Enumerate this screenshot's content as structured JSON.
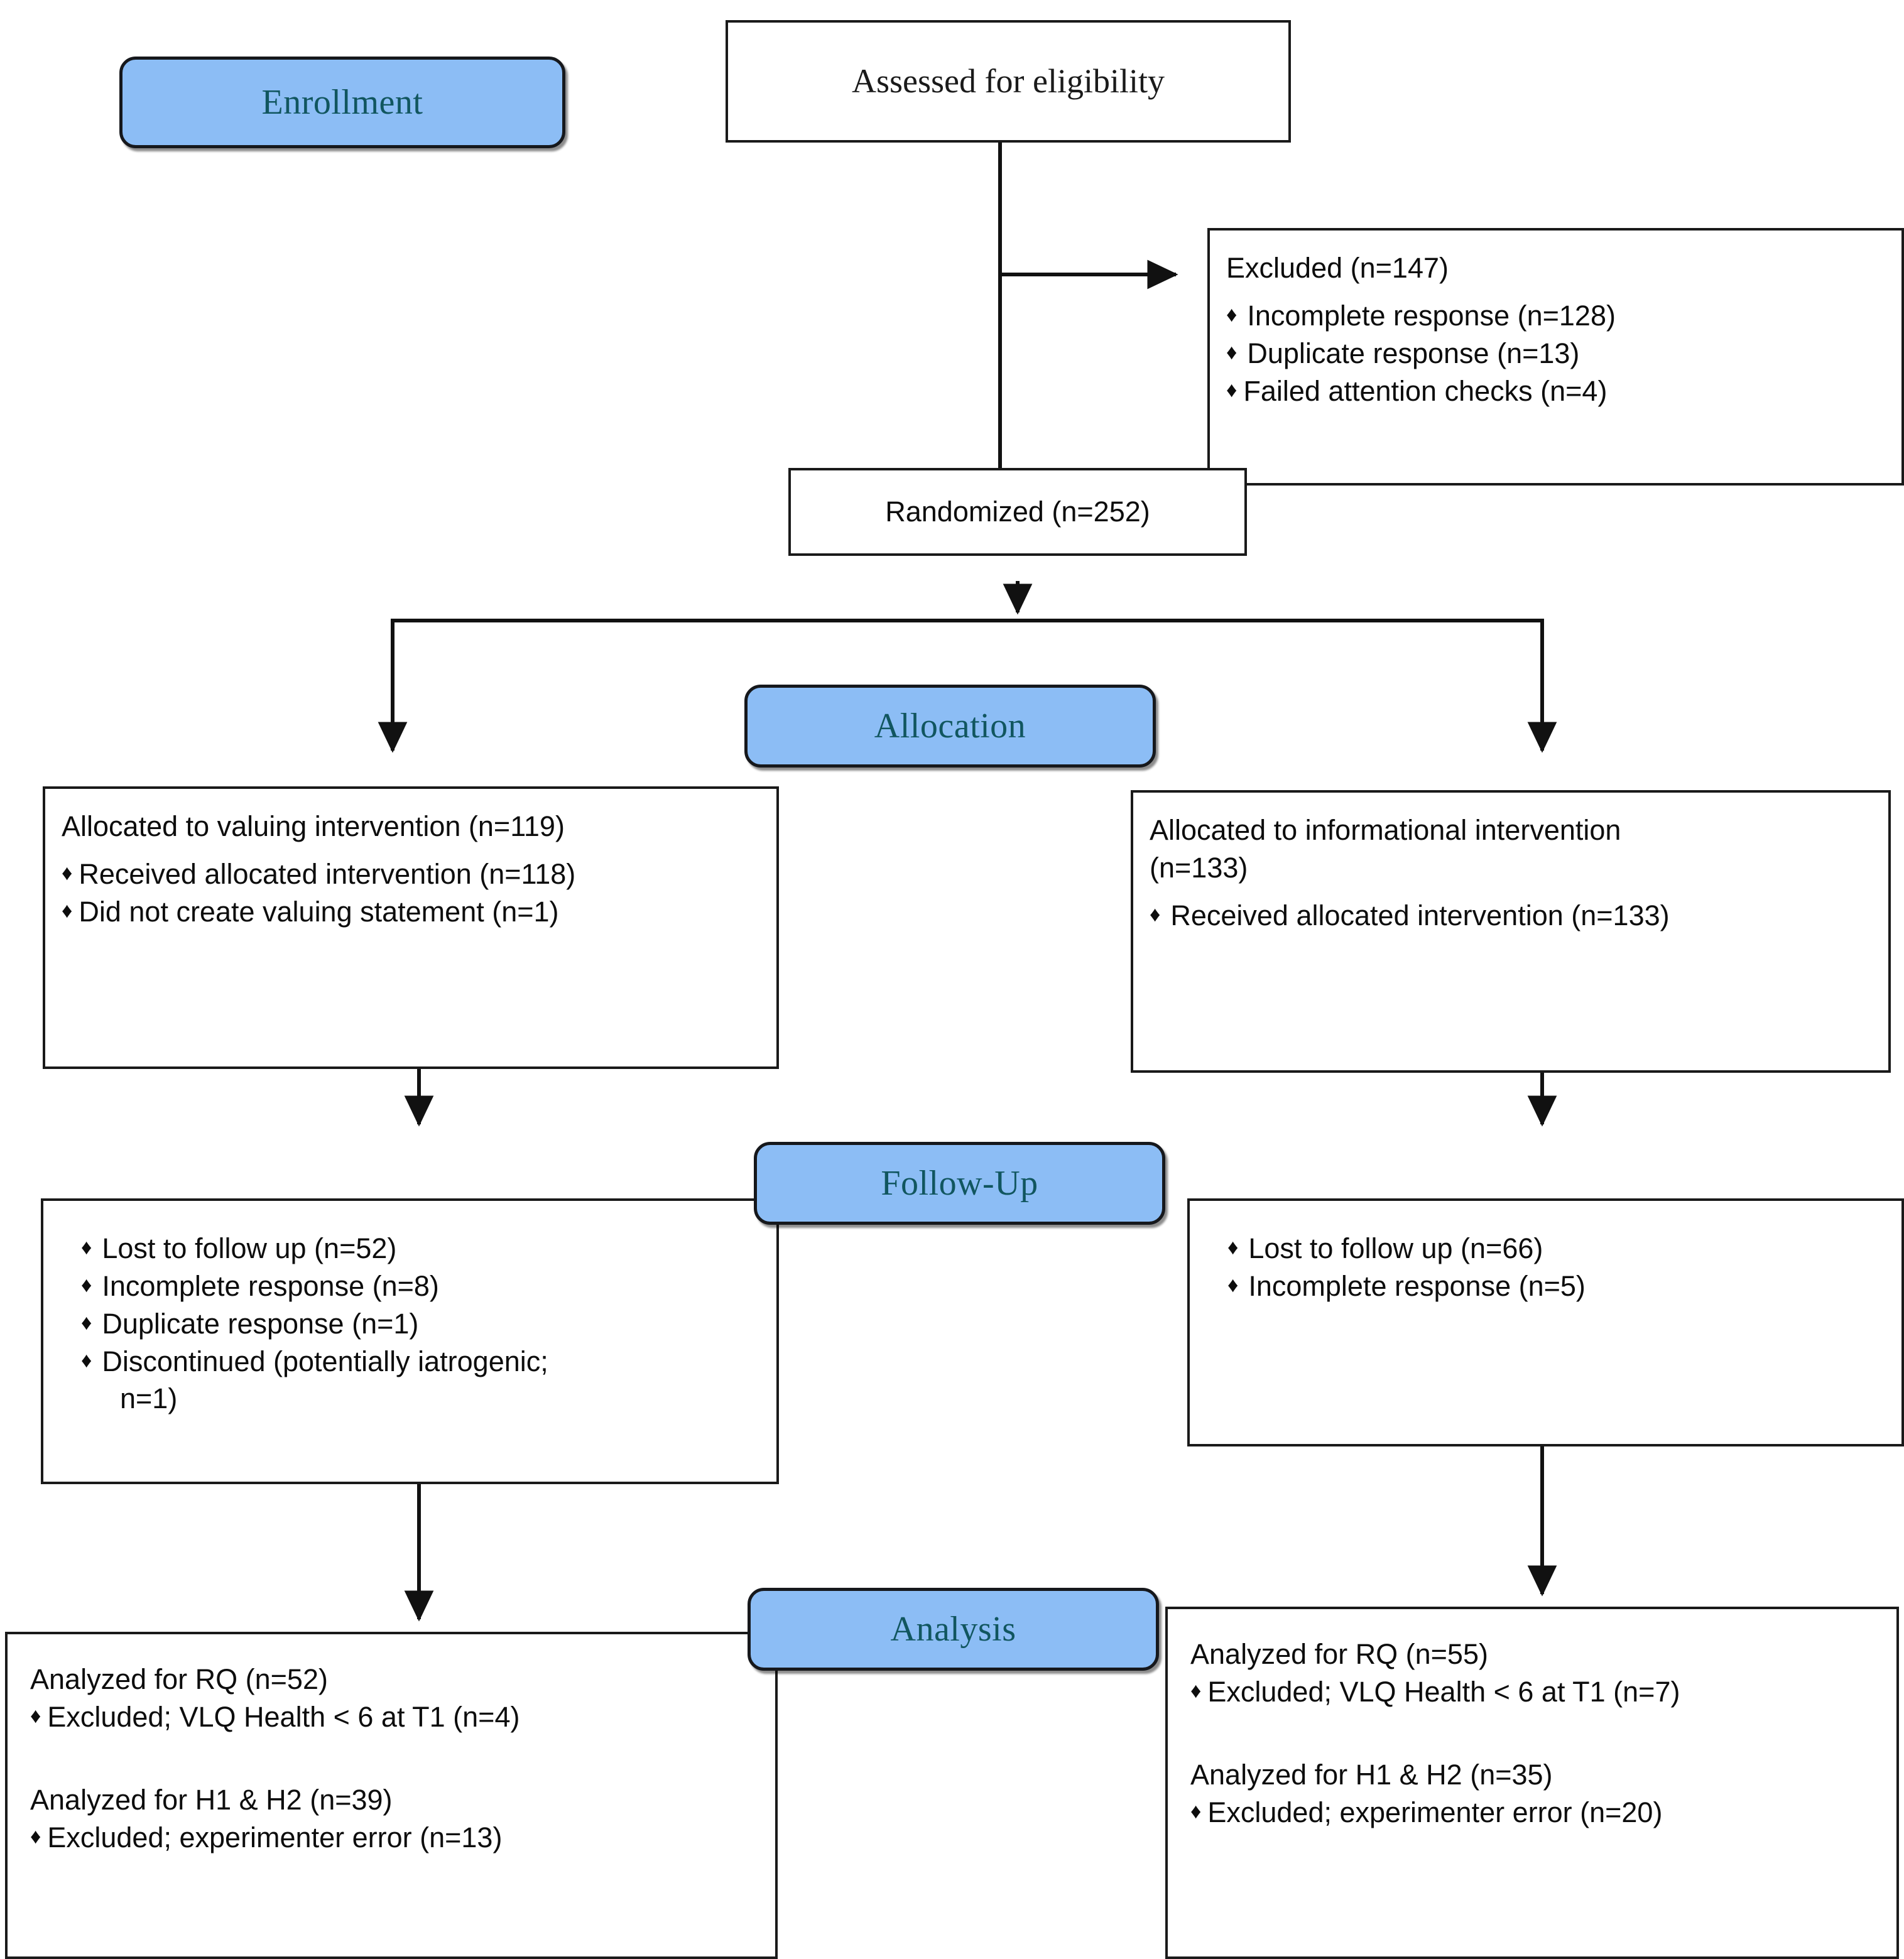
{
  "diagram": {
    "title": "CONSORT participant flow diagram",
    "accent_color": "#8cbdf5",
    "label_text_color": "#11565f",
    "box_border_color": "#1a1a1a",
    "bullet_glyph": "♦"
  },
  "stages": {
    "enrollment": "Enrollment",
    "allocation": "Allocation",
    "followup": "Follow-Up",
    "analysis": "Analysis"
  },
  "enrollment": {
    "assessed": "Assessed for eligibility",
    "excluded_heading": "Excluded (n=147)",
    "excluded_items": [
      "Incomplete response (n=128)",
      "Duplicate response (n=13)",
      "Failed attention checks (n=4)"
    ],
    "randomized": "Randomized (n=252)"
  },
  "allocation": {
    "left": {
      "heading": "Allocated to valuing intervention (n=119)",
      "items": [
        "Received allocated intervention (n=118)",
        "Did not create valuing statement (n=1)"
      ]
    },
    "right": {
      "heading": "Allocated to informational intervention",
      "heading_line2": "(n=133)",
      "items": [
        "Received allocated intervention (n=133)"
      ]
    }
  },
  "followup": {
    "left": {
      "items": [
        "Lost to follow up (n=52)",
        "Incomplete response (n=8)",
        "Duplicate response (n=1)",
        "Discontinued (potentially iatrogenic;"
      ],
      "continuation": "n=1)"
    },
    "right": {
      "items": [
        "Lost to follow up (n=66)",
        "Incomplete response (n=5)"
      ]
    }
  },
  "analysis": {
    "left": {
      "rq_heading": "Analyzed for RQ (n=52)",
      "rq_item": "Excluded; VLQ Health < 6 at T1 (n=4)",
      "h_heading": "Analyzed for H1 & H2 (n=39)",
      "h_item": "Excluded; experimenter error (n=13)"
    },
    "right": {
      "rq_heading": "Analyzed for RQ (n=55)",
      "rq_item": "Excluded; VLQ Health < 6 at T1 (n=7)",
      "h_heading": "Analyzed for H1 & H2 (n=35)",
      "h_item": "Excluded; experimenter error (n=20)"
    }
  }
}
